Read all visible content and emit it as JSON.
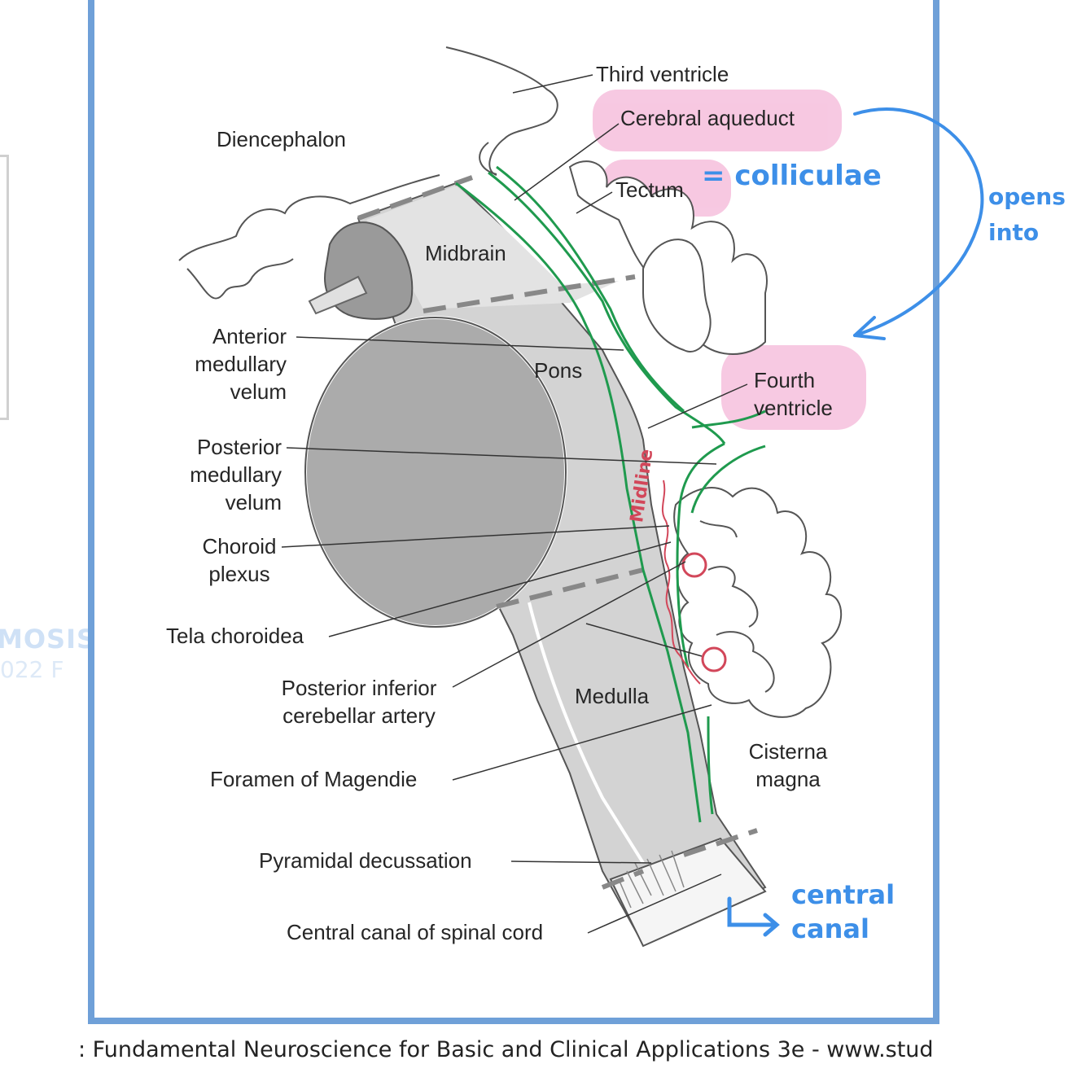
{
  "labels": {
    "third_ventricle": "Third ventricle",
    "cerebral_aqueduct": "Cerebral aqueduct",
    "diencephalon": "Diencephalon",
    "tectum": "Tectum",
    "midbrain": "Midbrain",
    "anterior_medullary_velum": [
      "Anterior",
      "medullary",
      "velum"
    ],
    "pons": "Pons",
    "fourth_ventricle": [
      "Fourth",
      "ventricle"
    ],
    "posterior_medullary_velum": [
      "Posterior",
      "medullary",
      "velum"
    ],
    "choroid_plexus": [
      "Choroid",
      "plexus"
    ],
    "tela_choroidea": "Tela choroidea",
    "posterior_inferior_cerebellar_artery": [
      "Posterior inferior",
      "cerebellar artery"
    ],
    "medulla": "Medulla",
    "cisterna_magna": [
      "Cisterna",
      "magna"
    ],
    "foramen_of_magendie": "Foramen of Magendie",
    "pyramidal_decussation": "Pyramidal decussation",
    "central_canal": "Central canal of spinal cord"
  },
  "annotations": {
    "colliculae": "= colliculae",
    "opens_into": [
      "opens",
      "into"
    ],
    "central_canal": [
      "central",
      "canal"
    ],
    "midline": "Midline"
  },
  "watermark": {
    "line1": "MOSIS",
    "line2": "022 F"
  },
  "caption": ": Fundamental Neuroscience for Basic and Clinical Applications 3e - www.stud",
  "colors": {
    "frame": "#6fa0d8",
    "highlight": "#f7c6e0",
    "ventricle_outline": "#1f9a4e",
    "handwriting_blue": "#3d8fe8",
    "handwriting_red": "#d2475a",
    "brainstem_gray": "#c9c9c9",
    "cerebellum_gray": "#a9a9a9"
  }
}
